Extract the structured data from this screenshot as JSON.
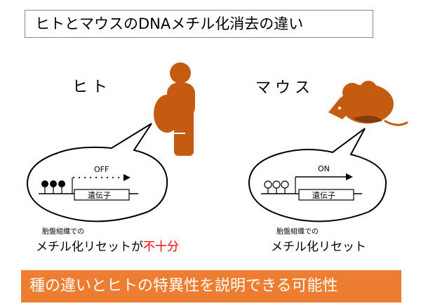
{
  "title": "ヒトとマウスのDNAメチル化消去の違い",
  "left": {
    "species": "ヒト",
    "diagram_label": "OFF",
    "gene_label": "遺伝子",
    "note_small": "胎盤組織での",
    "note_main": "メチル化リセットが",
    "note_emph": "不十分"
  },
  "right": {
    "species": "マウス",
    "diagram_label": "ON",
    "gene_label": "遺伝子",
    "note_small": "胎盤組織での",
    "note_main": "メチル化リセット"
  },
  "banner": "種の違いとヒトの特異性を説明できる可能性",
  "colors": {
    "accent": "#ed7d31",
    "figure": "#c55a11",
    "emphasis": "#ff0000"
  },
  "icons": {
    "human": "pregnant-woman-icon",
    "mouse": "mouse-icon"
  }
}
